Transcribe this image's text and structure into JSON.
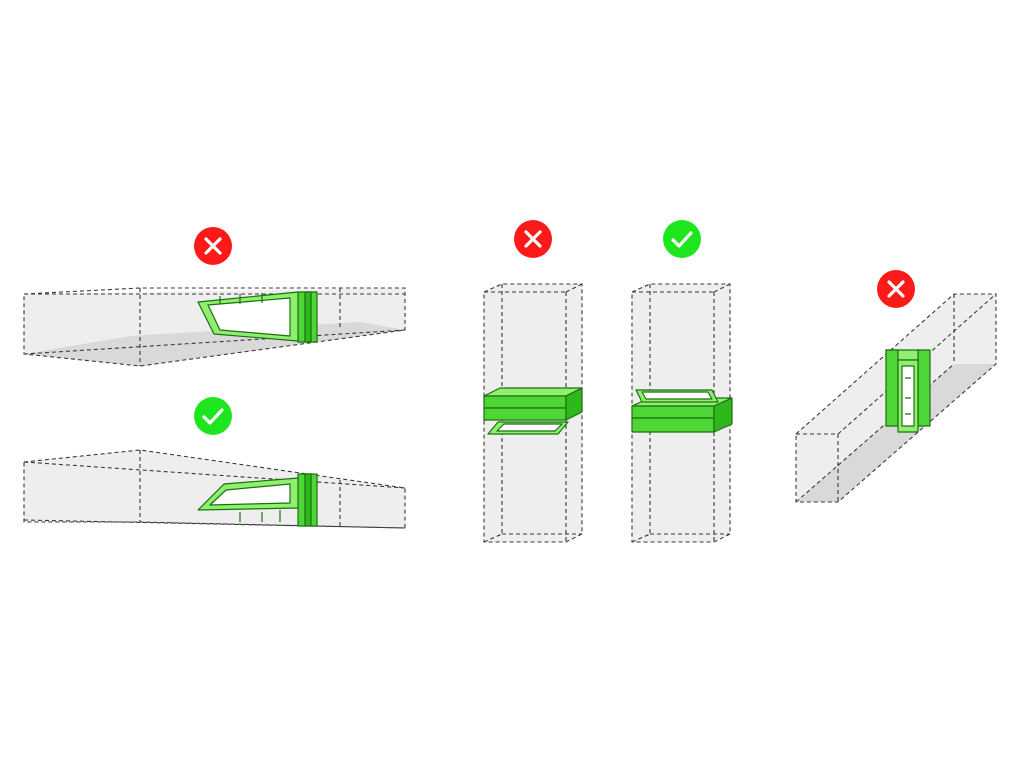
{
  "colors": {
    "incorrect": "#ff1a1a",
    "correct": "#1ee61e",
    "hatch_green": "#4ed636",
    "hatch_green_light": "#8ef06e",
    "hatch_outline": "#1d6f10",
    "duct_fill": "#eeeeee",
    "duct_floor": "#d9d9d9",
    "duct_edge": "#3a3a3a"
  },
  "examples": [
    {
      "id": "horizontal-top-hinge",
      "orientation": "horizontal",
      "verdict": "incorrect",
      "badge_icon": "cross-icon"
    },
    {
      "id": "horizontal-bottom-hinge",
      "orientation": "horizontal",
      "verdict": "correct",
      "badge_icon": "check-icon"
    },
    {
      "id": "vertical-hatch-opens-down",
      "orientation": "vertical",
      "verdict": "incorrect",
      "badge_icon": "cross-icon"
    },
    {
      "id": "vertical-hatch-opens-up",
      "orientation": "vertical",
      "verdict": "correct",
      "badge_icon": "check-icon"
    },
    {
      "id": "inclined-side-hatch",
      "orientation": "inclined",
      "verdict": "incorrect",
      "badge_icon": "cross-icon"
    }
  ]
}
